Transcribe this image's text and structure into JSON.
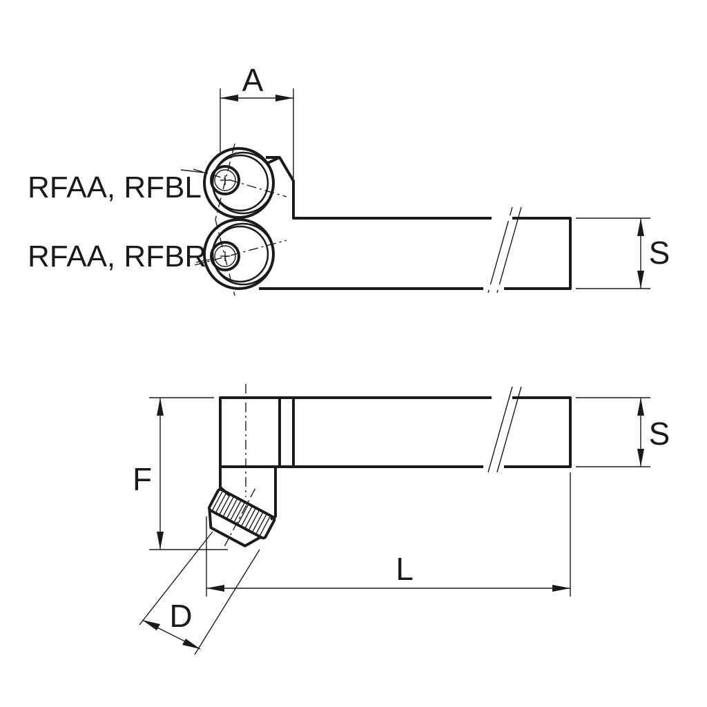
{
  "labels": {
    "dim_A": "A",
    "dim_S_top": "S",
    "dim_S_bottom": "S",
    "dim_F": "F",
    "dim_L": "L",
    "dim_D": "D",
    "roller_upper": "RFAA, RFBL",
    "roller_lower": "RFAA, RFBR"
  },
  "colors": {
    "line": "#1a1a1a",
    "background": "#ffffff"
  }
}
